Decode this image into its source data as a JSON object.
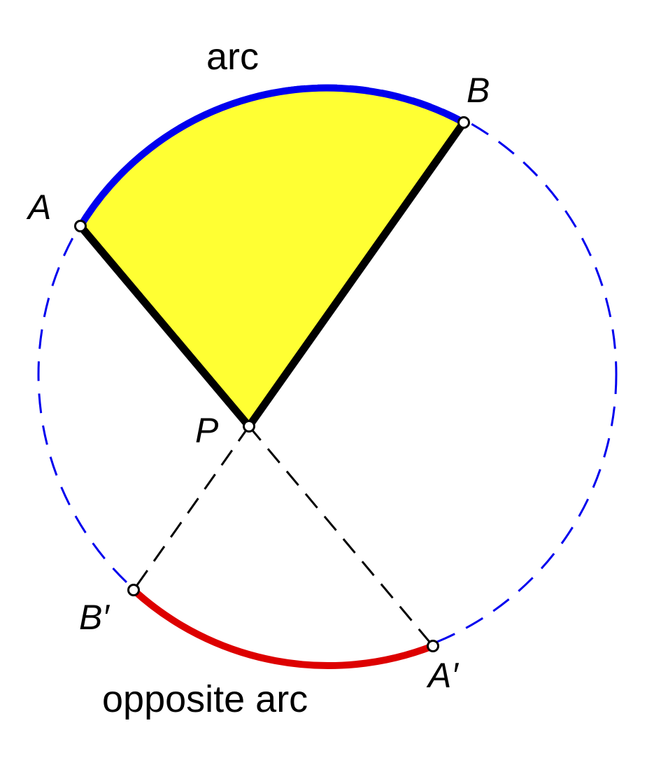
{
  "labels": {
    "arc": "arc",
    "opposite_arc": "opposite arc"
  },
  "points": {
    "A": "A",
    "B": "B",
    "P": "P",
    "A_prime": "A′",
    "B_prime": "B′"
  },
  "colors": {
    "arc": "#0000ee",
    "opposite_arc": "#dd0000",
    "sector_fill": "#ffff33",
    "circle_dashed": "#0000ee",
    "radius": "#000000",
    "extension": "#000000"
  }
}
